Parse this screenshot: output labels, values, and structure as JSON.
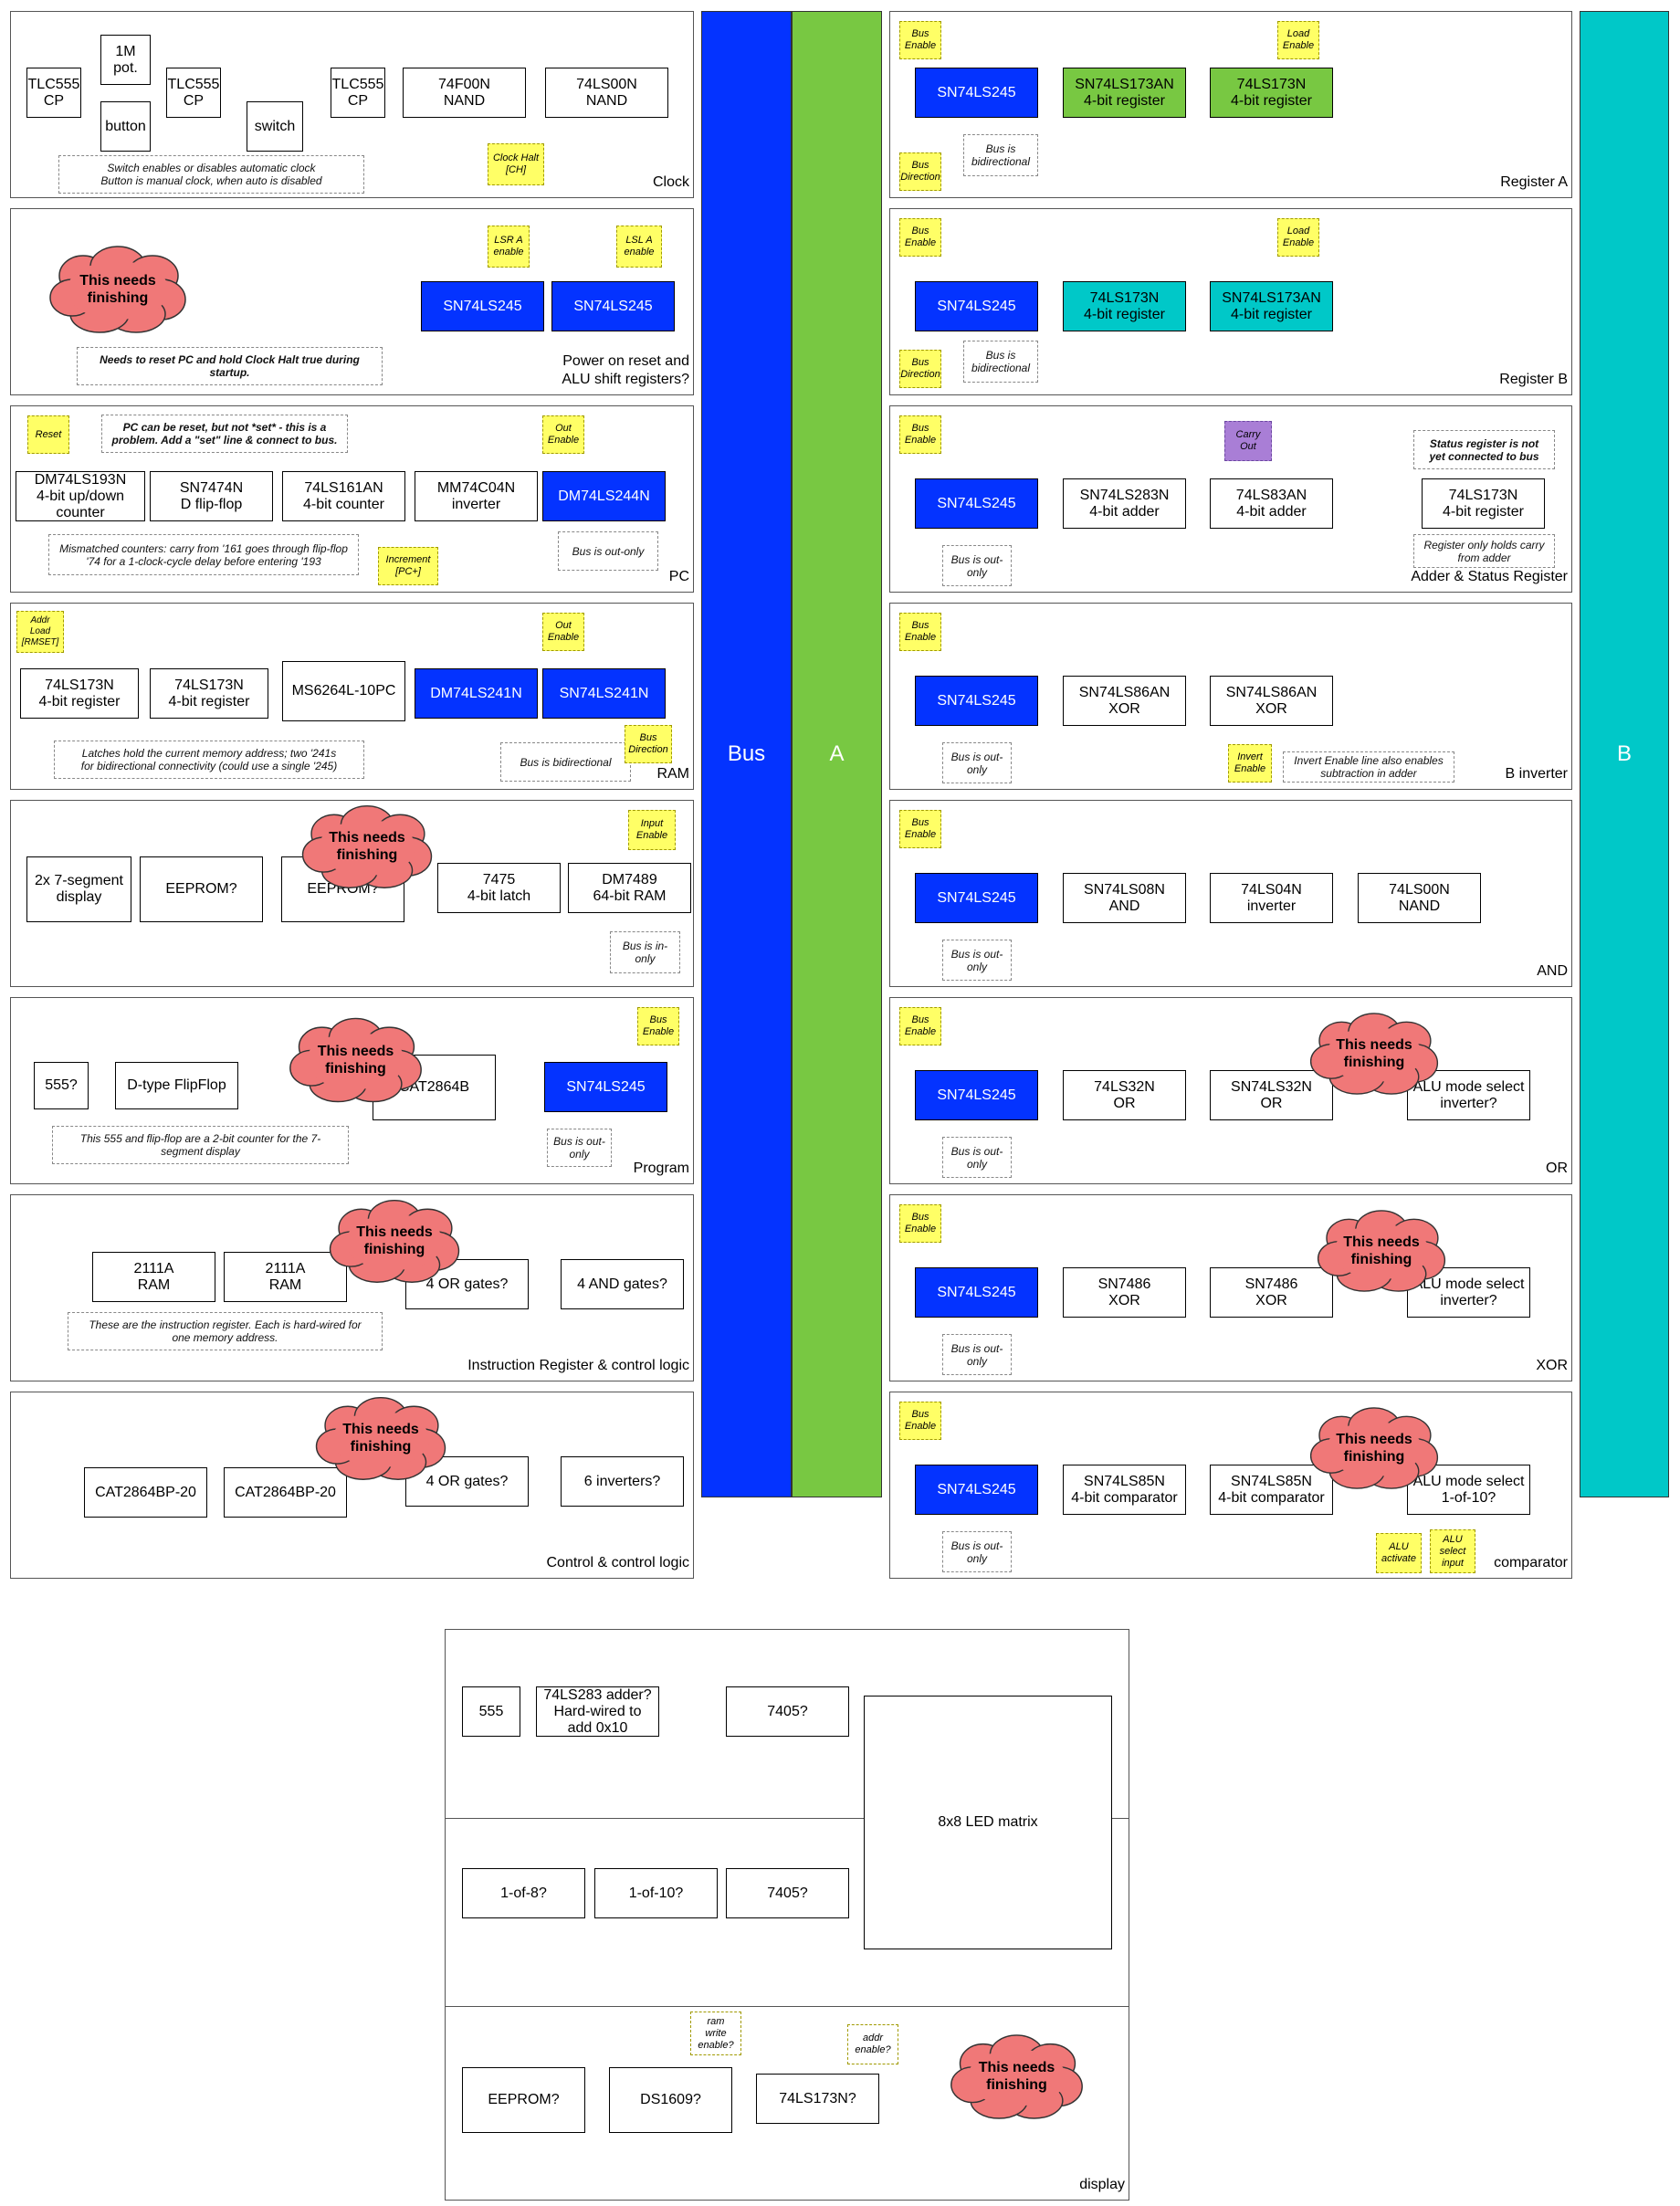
{
  "colors": {
    "blue": "#0433ff",
    "green": "#78c842",
    "cyan": "#00c8c8",
    "bus": "#0433ff",
    "a": "#78c842",
    "b": "#00c8c8",
    "note_yellow": "#ffff66",
    "carry_purple": "#a97ed6",
    "cloud": "#f07878"
  },
  "cloud_text": "This needs\nfinishing",
  "bars": {
    "bus": "Bus",
    "a": "A",
    "b": "B"
  },
  "panels": [
    {
      "id": "clock",
      "title": "Clock",
      "chips": [
        {
          "text": "TLC555\nCP"
        },
        {
          "text": "1M\npot."
        },
        {
          "text": "button"
        },
        {
          "text": "TLC555\nCP"
        },
        {
          "text": "switch"
        },
        {
          "text": "TLC555\nCP"
        },
        {
          "text": "74F00N\nNAND"
        },
        {
          "text": "74LS00N\nNAND"
        }
      ],
      "notes": [
        {
          "text": "Switch enables or disables automatic clock\nButton is manual clock, when auto is disabled"
        }
      ],
      "sigs": [
        {
          "text": "Clock Halt\n[CH]"
        }
      ]
    },
    {
      "id": "power",
      "title": "Power on reset and\nALU shift registers?",
      "chips": [
        {
          "text": "SN74LS245"
        },
        {
          "text": "SN74LS245"
        }
      ],
      "notes": [
        {
          "text": "Needs to reset PC and hold Clock Halt true during\nstartup."
        }
      ],
      "sigs": [
        {
          "text": "LSR A\nenable"
        },
        {
          "text": "LSL A\nenable"
        }
      ]
    },
    {
      "id": "pc",
      "title": "PC",
      "chips": [
        {
          "text": "DM74LS193N\n4-bit up/down counter"
        },
        {
          "text": "SN7474N\nD flip-flop"
        },
        {
          "text": "74LS161AN\n4-bit counter"
        },
        {
          "text": "MM74C04N\ninverter"
        },
        {
          "text": "DM74LS244N"
        }
      ],
      "notes": [
        {
          "text": "PC can be reset, but not *set* - this is a\nproblem. Add a \"set\" line & connect to bus."
        },
        {
          "text": "Mismatched counters: carry from '161 goes through flip-flop\n'74 for a 1-clock-cycle delay before entering '193"
        },
        {
          "text": "Bus is out-only"
        }
      ],
      "sigs": [
        {
          "text": "Reset"
        },
        {
          "text": "Out\nEnable"
        },
        {
          "text": "Increment\n[PC+]"
        }
      ]
    },
    {
      "id": "ram",
      "title": "RAM",
      "chips": [
        {
          "text": "74LS173N\n4-bit register"
        },
        {
          "text": "74LS173N\n4-bit register"
        },
        {
          "text": "MS6264L-10PC"
        },
        {
          "text": "DM74LS241N"
        },
        {
          "text": "SN74LS241N"
        }
      ],
      "notes": [
        {
          "text": "Latches hold the current memory address; two '241s\nfor bidirectional connectivity (could use a single '245)"
        },
        {
          "text": "Bus is bidirectional"
        }
      ],
      "sigs": [
        {
          "text": "Addr\nLoad\n[RMSET]"
        },
        {
          "text": "Out\nEnable"
        },
        {
          "text": "Bus\nDirection"
        }
      ]
    },
    {
      "id": "input",
      "title": "",
      "chips": [
        {
          "text": "2x 7-segment\ndisplay"
        },
        {
          "text": "EEPROM?"
        },
        {
          "text": "EEPROM?"
        },
        {
          "text": "7475\n4-bit latch"
        },
        {
          "text": "DM7489\n64-bit RAM"
        }
      ],
      "notes": [
        {
          "text": "Bus is in-\nonly"
        }
      ],
      "sigs": [
        {
          "text": "Input\nEnable"
        }
      ]
    },
    {
      "id": "program",
      "title": "Program",
      "chips": [
        {
          "text": "555?"
        },
        {
          "text": "D-type FlipFlop"
        },
        {
          "text": "CAT2864B"
        },
        {
          "text": "SN74LS245"
        }
      ],
      "notes": [
        {
          "text": "This 555 and flip-flop are a 2-bit counter for the 7-\nsegment display"
        },
        {
          "text": "Bus is out-\nonly"
        }
      ],
      "sigs": [
        {
          "text": "Bus\nEnable"
        }
      ]
    },
    {
      "id": "ir",
      "title": "Instruction Register & control logic",
      "chips": [
        {
          "text": "2111A\nRAM"
        },
        {
          "text": "2111A\nRAM"
        },
        {
          "text": "4 OR gates?"
        },
        {
          "text": "4 AND gates?"
        }
      ],
      "notes": [
        {
          "text": "These are the instruction register. Each is hard-wired for\none memory address."
        }
      ],
      "sigs": []
    },
    {
      "id": "control",
      "title": "Control  & control logic",
      "chips": [
        {
          "text": "CAT2864BP-20"
        },
        {
          "text": "CAT2864BP-20"
        },
        {
          "text": "4 OR gates?"
        },
        {
          "text": "6 inverters?"
        }
      ],
      "notes": [],
      "sigs": []
    },
    {
      "id": "rega",
      "title": "Register A",
      "chips": [
        {
          "text": "SN74LS245"
        },
        {
          "text": "SN74LS173AN\n4-bit register"
        },
        {
          "text": "74LS173N\n4-bit register"
        }
      ],
      "notes": [
        {
          "text": "Bus is\nbidirectional"
        }
      ],
      "sigs": [
        {
          "text": "Bus\nEnable"
        },
        {
          "text": "Load\nEnable"
        },
        {
          "text": "Bus\nDirection"
        }
      ]
    },
    {
      "id": "regb",
      "title": "Register B",
      "chips": [
        {
          "text": "SN74LS245"
        },
        {
          "text": "74LS173N\n4-bit register"
        },
        {
          "text": "SN74LS173AN\n4-bit register"
        }
      ],
      "notes": [
        {
          "text": "Bus is\nbidirectional"
        }
      ],
      "sigs": [
        {
          "text": "Bus\nEnable"
        },
        {
          "text": "Load\nEnable"
        },
        {
          "text": "Bus\nDirection"
        }
      ]
    },
    {
      "id": "adder",
      "title": "Adder & Status Register",
      "chips": [
        {
          "text": "SN74LS245"
        },
        {
          "text": "SN74LS283N\n4-bit adder"
        },
        {
          "text": "74LS83AN\n4-bit adder"
        },
        {
          "text": "74LS173N\n4-bit register"
        }
      ],
      "notes": [
        {
          "text": "Status register is not\nyet connected to bus"
        },
        {
          "text": "Bus is out-\nonly"
        },
        {
          "text": "Register only holds carry\nfrom adder"
        }
      ],
      "sigs": [
        {
          "text": "Bus\nEnable"
        },
        {
          "text": "Carry\nOut"
        }
      ]
    },
    {
      "id": "binv",
      "title": "B inverter",
      "chips": [
        {
          "text": "SN74LS245"
        },
        {
          "text": "SN74LS86AN\nXOR"
        },
        {
          "text": "SN74LS86AN\nXOR"
        }
      ],
      "notes": [
        {
          "text": "Bus is out-\nonly"
        },
        {
          "text": "Invert Enable line also enables\nsubtraction in adder"
        }
      ],
      "sigs": [
        {
          "text": "Bus\nEnable"
        },
        {
          "text": "Invert\nEnable"
        }
      ]
    },
    {
      "id": "and",
      "title": "AND",
      "chips": [
        {
          "text": "SN74LS245"
        },
        {
          "text": "SN74LS08N\nAND"
        },
        {
          "text": "74LS04N\ninverter"
        },
        {
          "text": "74LS00N\nNAND"
        }
      ],
      "notes": [
        {
          "text": "Bus is out-\nonly"
        }
      ],
      "sigs": [
        {
          "text": "Bus\nEnable"
        }
      ]
    },
    {
      "id": "or",
      "title": "OR",
      "chips": [
        {
          "text": "SN74LS245"
        },
        {
          "text": "74LS32N\nOR"
        },
        {
          "text": "SN74LS32N\nOR"
        },
        {
          "text": "ALU mode select\ninverter?"
        }
      ],
      "notes": [
        {
          "text": "Bus is out-\nonly"
        }
      ],
      "sigs": [
        {
          "text": "Bus\nEnable"
        }
      ]
    },
    {
      "id": "xor",
      "title": "XOR",
      "chips": [
        {
          "text": "SN74LS245"
        },
        {
          "text": "SN7486\nXOR"
        },
        {
          "text": "SN7486\nXOR"
        },
        {
          "text": "ALU mode select\ninverter?"
        }
      ],
      "notes": [
        {
          "text": "Bus is out-\nonly"
        }
      ],
      "sigs": [
        {
          "text": "Bus\nEnable"
        }
      ]
    },
    {
      "id": "comparator",
      "title": "comparator",
      "chips": [
        {
          "text": "SN74LS245"
        },
        {
          "text": "SN74LS85N\n4-bit comparator"
        },
        {
          "text": "SN74LS85N\n4-bit comparator"
        },
        {
          "text": "ALU mode select\n1-of-10?"
        }
      ],
      "notes": [
        {
          "text": "Bus is out-\nonly"
        }
      ],
      "sigs": [
        {
          "text": "Bus\nEnable"
        },
        {
          "text": "ALU\nactivate"
        },
        {
          "text": "ALU\nselect\ninput"
        }
      ]
    },
    {
      "id": "display",
      "title": "display",
      "chips": [
        {
          "text": "555"
        },
        {
          "text": "74LS283 adder?\nHard-wired to\nadd 0x10"
        },
        {
          "text": "7405?"
        },
        {
          "text": "8x8 LED matrix"
        },
        {
          "text": "1-of-8?"
        },
        {
          "text": "1-of-10?"
        },
        {
          "text": "7405?"
        },
        {
          "text": "EEPROM?"
        },
        {
          "text": "DS1609?"
        },
        {
          "text": "74LS173N?"
        }
      ],
      "notes": [],
      "sigs": [
        {
          "text": "ram\nwrite\nenable?"
        },
        {
          "text": "addr\nenable?"
        }
      ]
    }
  ]
}
